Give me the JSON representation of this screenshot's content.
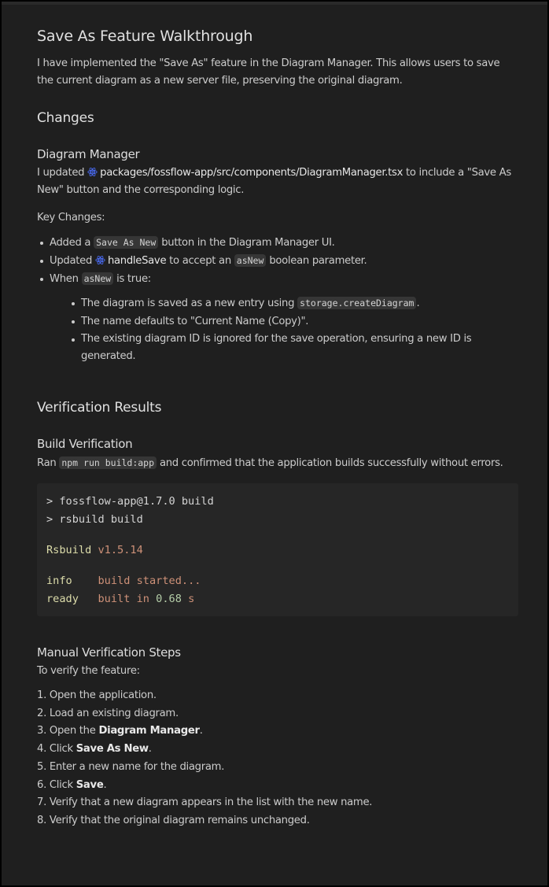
{
  "doc": {
    "title": "Save As Feature Walkthrough",
    "intro": "I have implemented the \"Save As\" feature in the Diagram Manager. This allows users to save the current diagram as a new server file, preserving the original diagram.",
    "changes": {
      "heading": "Changes",
      "sub_heading": "Diagram Manager",
      "para_prefix": "I updated",
      "file_link": "packages/fossflow-app/src/components/DiagramManager.tsx",
      "para_suffix": "to include a \"Save As New\" button and the corresponding logic.",
      "key_changes_label": "Key Changes:",
      "items": [
        {
          "prefix": "Added a",
          "code": "Save As New",
          "suffix": "button in the Diagram Manager UI."
        },
        {
          "prefix": "Updated",
          "symbol": "handleSave",
          "mid": "to accept an",
          "code": "asNew",
          "suffix": "boolean parameter."
        },
        {
          "prefix": "When",
          "code": "asNew",
          "suffix": "is true:"
        }
      ],
      "nested_items": [
        {
          "prefix": "The diagram is saved as a new entry using",
          "code": "storage.createDiagram",
          "suffix": "."
        },
        {
          "text": "The name defaults to \"Current Name (Copy)\"."
        },
        {
          "text": "The existing diagram ID is ignored for the save operation, ensuring a new ID is generated."
        }
      ]
    },
    "verification": {
      "heading": "Verification Results",
      "build": {
        "heading": "Build Verification",
        "prefix": "Ran",
        "code": "npm run build:app",
        "suffix": "and confirmed that the application builds successfully without errors.",
        "output": {
          "line1": "> fossflow-app@1.7.0 build",
          "line2": "> rsbuild build",
          "rsbuild_label": "Rsbuild",
          "rsbuild_version": "v1.5.14",
          "info_label": "info",
          "info_text": "build started...",
          "ready_label": "ready",
          "ready_prefix": "built in",
          "ready_time": "0.68",
          "ready_unit": "s"
        }
      },
      "manual": {
        "heading": "Manual Verification Steps",
        "intro": "To verify the feature:",
        "steps": [
          {
            "num": "1.",
            "text": "Open the application."
          },
          {
            "num": "2.",
            "text": "Load an existing diagram."
          },
          {
            "num": "3.",
            "prefix": "Open the",
            "bold": "Diagram Manager",
            "suffix": "."
          },
          {
            "num": "4.",
            "prefix": "Click",
            "bold": "Save As New",
            "suffix": "."
          },
          {
            "num": "5.",
            "text": "Enter a new name for the diagram."
          },
          {
            "num": "6.",
            "prefix": "Click",
            "bold": "Save",
            "suffix": "."
          },
          {
            "num": "7.",
            "text": "Verify that a new diagram appears in the list with the new name."
          },
          {
            "num": "8.",
            "text": "Verify that the original diagram remains unchanged."
          }
        ]
      }
    }
  },
  "colors": {
    "background": "#1f1f1f",
    "text": "#cccccc",
    "code_bg": "#363636",
    "codeblock_bg": "#262626",
    "react_icon": "#4a6cf7",
    "term_yellow": "#dcdcaa",
    "term_orange": "#ce9178",
    "term_green": "#b5cea8"
  }
}
